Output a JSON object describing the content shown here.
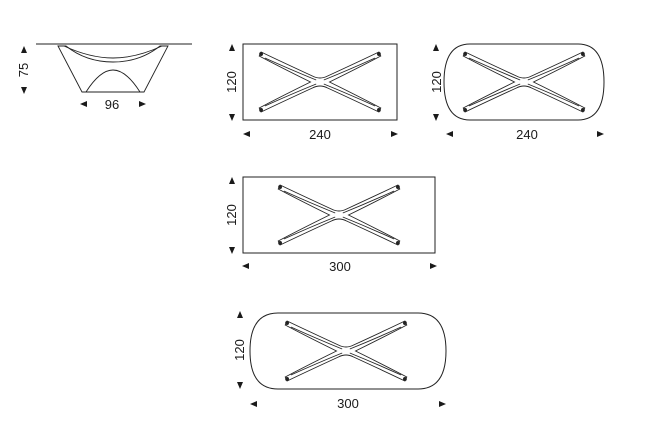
{
  "drawings": [
    {
      "id": "side-view",
      "height": "75",
      "depth": "96"
    },
    {
      "id": "rect-240",
      "width": "240",
      "depth": "120"
    },
    {
      "id": "oval-240",
      "width": "240",
      "depth": "120"
    },
    {
      "id": "rect-300",
      "width": "300",
      "depth": "120"
    },
    {
      "id": "oval-300",
      "width": "300",
      "depth": "120"
    }
  ],
  "colors": {
    "line": "#222222",
    "text": "#1a1a1a",
    "background": "#ffffff"
  },
  "icons": {
    "dimension_arrow": "triangle-arrow-icon",
    "base": "cross-base-icon"
  }
}
